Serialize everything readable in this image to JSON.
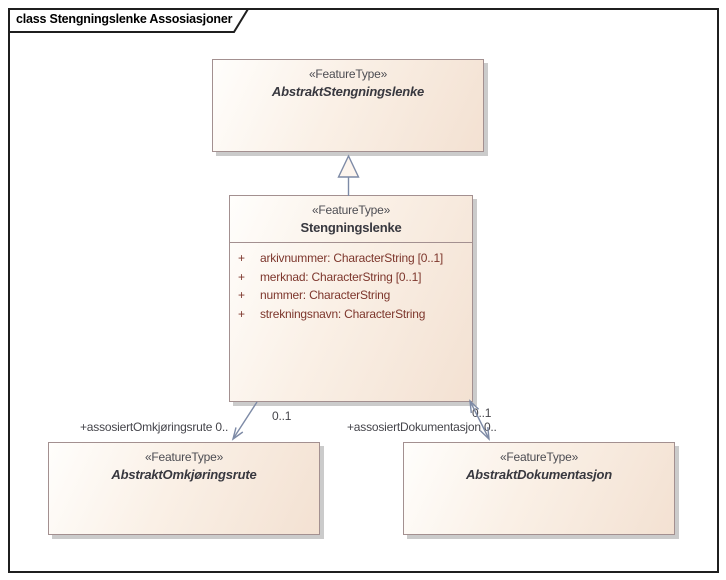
{
  "frame": {
    "title": "class Stengningslenke Assosiasjoner"
  },
  "classes": {
    "abstraktStengningslenke": {
      "stereotype": "«FeatureType»",
      "name": "AbstraktStengningslenke",
      "abstract": true
    },
    "stengningslenke": {
      "stereotype": "«FeatureType»",
      "name": "Stengningslenke",
      "abstract": false,
      "attributes": [
        {
          "vis": "+",
          "text": "arkivnummer: CharacterString [0..1]"
        },
        {
          "vis": "+",
          "text": "merknad: CharacterString [0..1]"
        },
        {
          "vis": "+",
          "text": "nummer: CharacterString"
        },
        {
          "vis": "+",
          "text": "strekningsnavn: CharacterString"
        }
      ]
    },
    "abstraktOmkjoringsrute": {
      "stereotype": "«FeatureType»",
      "name": "AbstraktOmkjøringsrute",
      "abstract": true
    },
    "abstraktDokumentasjon": {
      "stereotype": "«FeatureType»",
      "name": "AbstraktDokumentasjon",
      "abstract": true
    }
  },
  "relations": {
    "generalization": {
      "kind": "generalization",
      "source": "Stengningslenke",
      "target": "AbstraktStengningslenke"
    },
    "assosiertOmkjoringsrute": {
      "kind": "association",
      "source": "Stengningslenke",
      "target": "AbstraktOmkjøringsrute",
      "role_label": "+assosiertOmkjøringsrute 0..",
      "source_multiplicity": "0..1"
    },
    "assosiertDokumentasjon": {
      "kind": "association",
      "source": "Stengningslenke",
      "target": "AbstraktDokumentasjon",
      "role_label": "+assosiertDokumentasjon 0..",
      "source_multiplicity": "0..1"
    }
  },
  "colors": {
    "box_fill_light": "#fffefc",
    "box_fill_dark": "#f3e1d2",
    "box_border": "#a39090",
    "box_shadow": "#cbcbcb",
    "connector_stroke": "#7d8aa6",
    "triangle_fill": "#fdf5ee",
    "attribute_text": "#7d362c",
    "stereotype_text": "#4c4c52",
    "class_name_text": "#38383f",
    "label_text": "#45454b",
    "frame_border": "#1f1f1f"
  }
}
